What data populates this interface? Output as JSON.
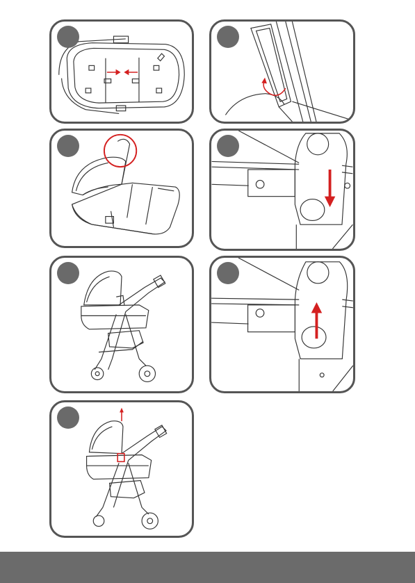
{
  "document": {
    "panels": [
      {
        "id": "p1",
        "content": "bassinet-top-view"
      },
      {
        "id": "p2",
        "content": "frame-latch-rotate"
      },
      {
        "id": "p3",
        "content": "bassinet-canopy-handle"
      },
      {
        "id": "p4",
        "content": "adapter-push-down"
      },
      {
        "id": "p5",
        "content": "stroller-with-bassinet"
      },
      {
        "id": "p6",
        "content": "adapter-push-up"
      },
      {
        "id": "p7",
        "content": "stroller-lift-bassinet"
      }
    ]
  },
  "colors": {
    "accent": "#d42020",
    "border": "#555555",
    "badge": "#6a6a6a",
    "line": "#333333",
    "footer": "#6b6b6b"
  },
  "icons": {
    "step_badge": "filled-circle",
    "arrow": "red-arrow"
  }
}
